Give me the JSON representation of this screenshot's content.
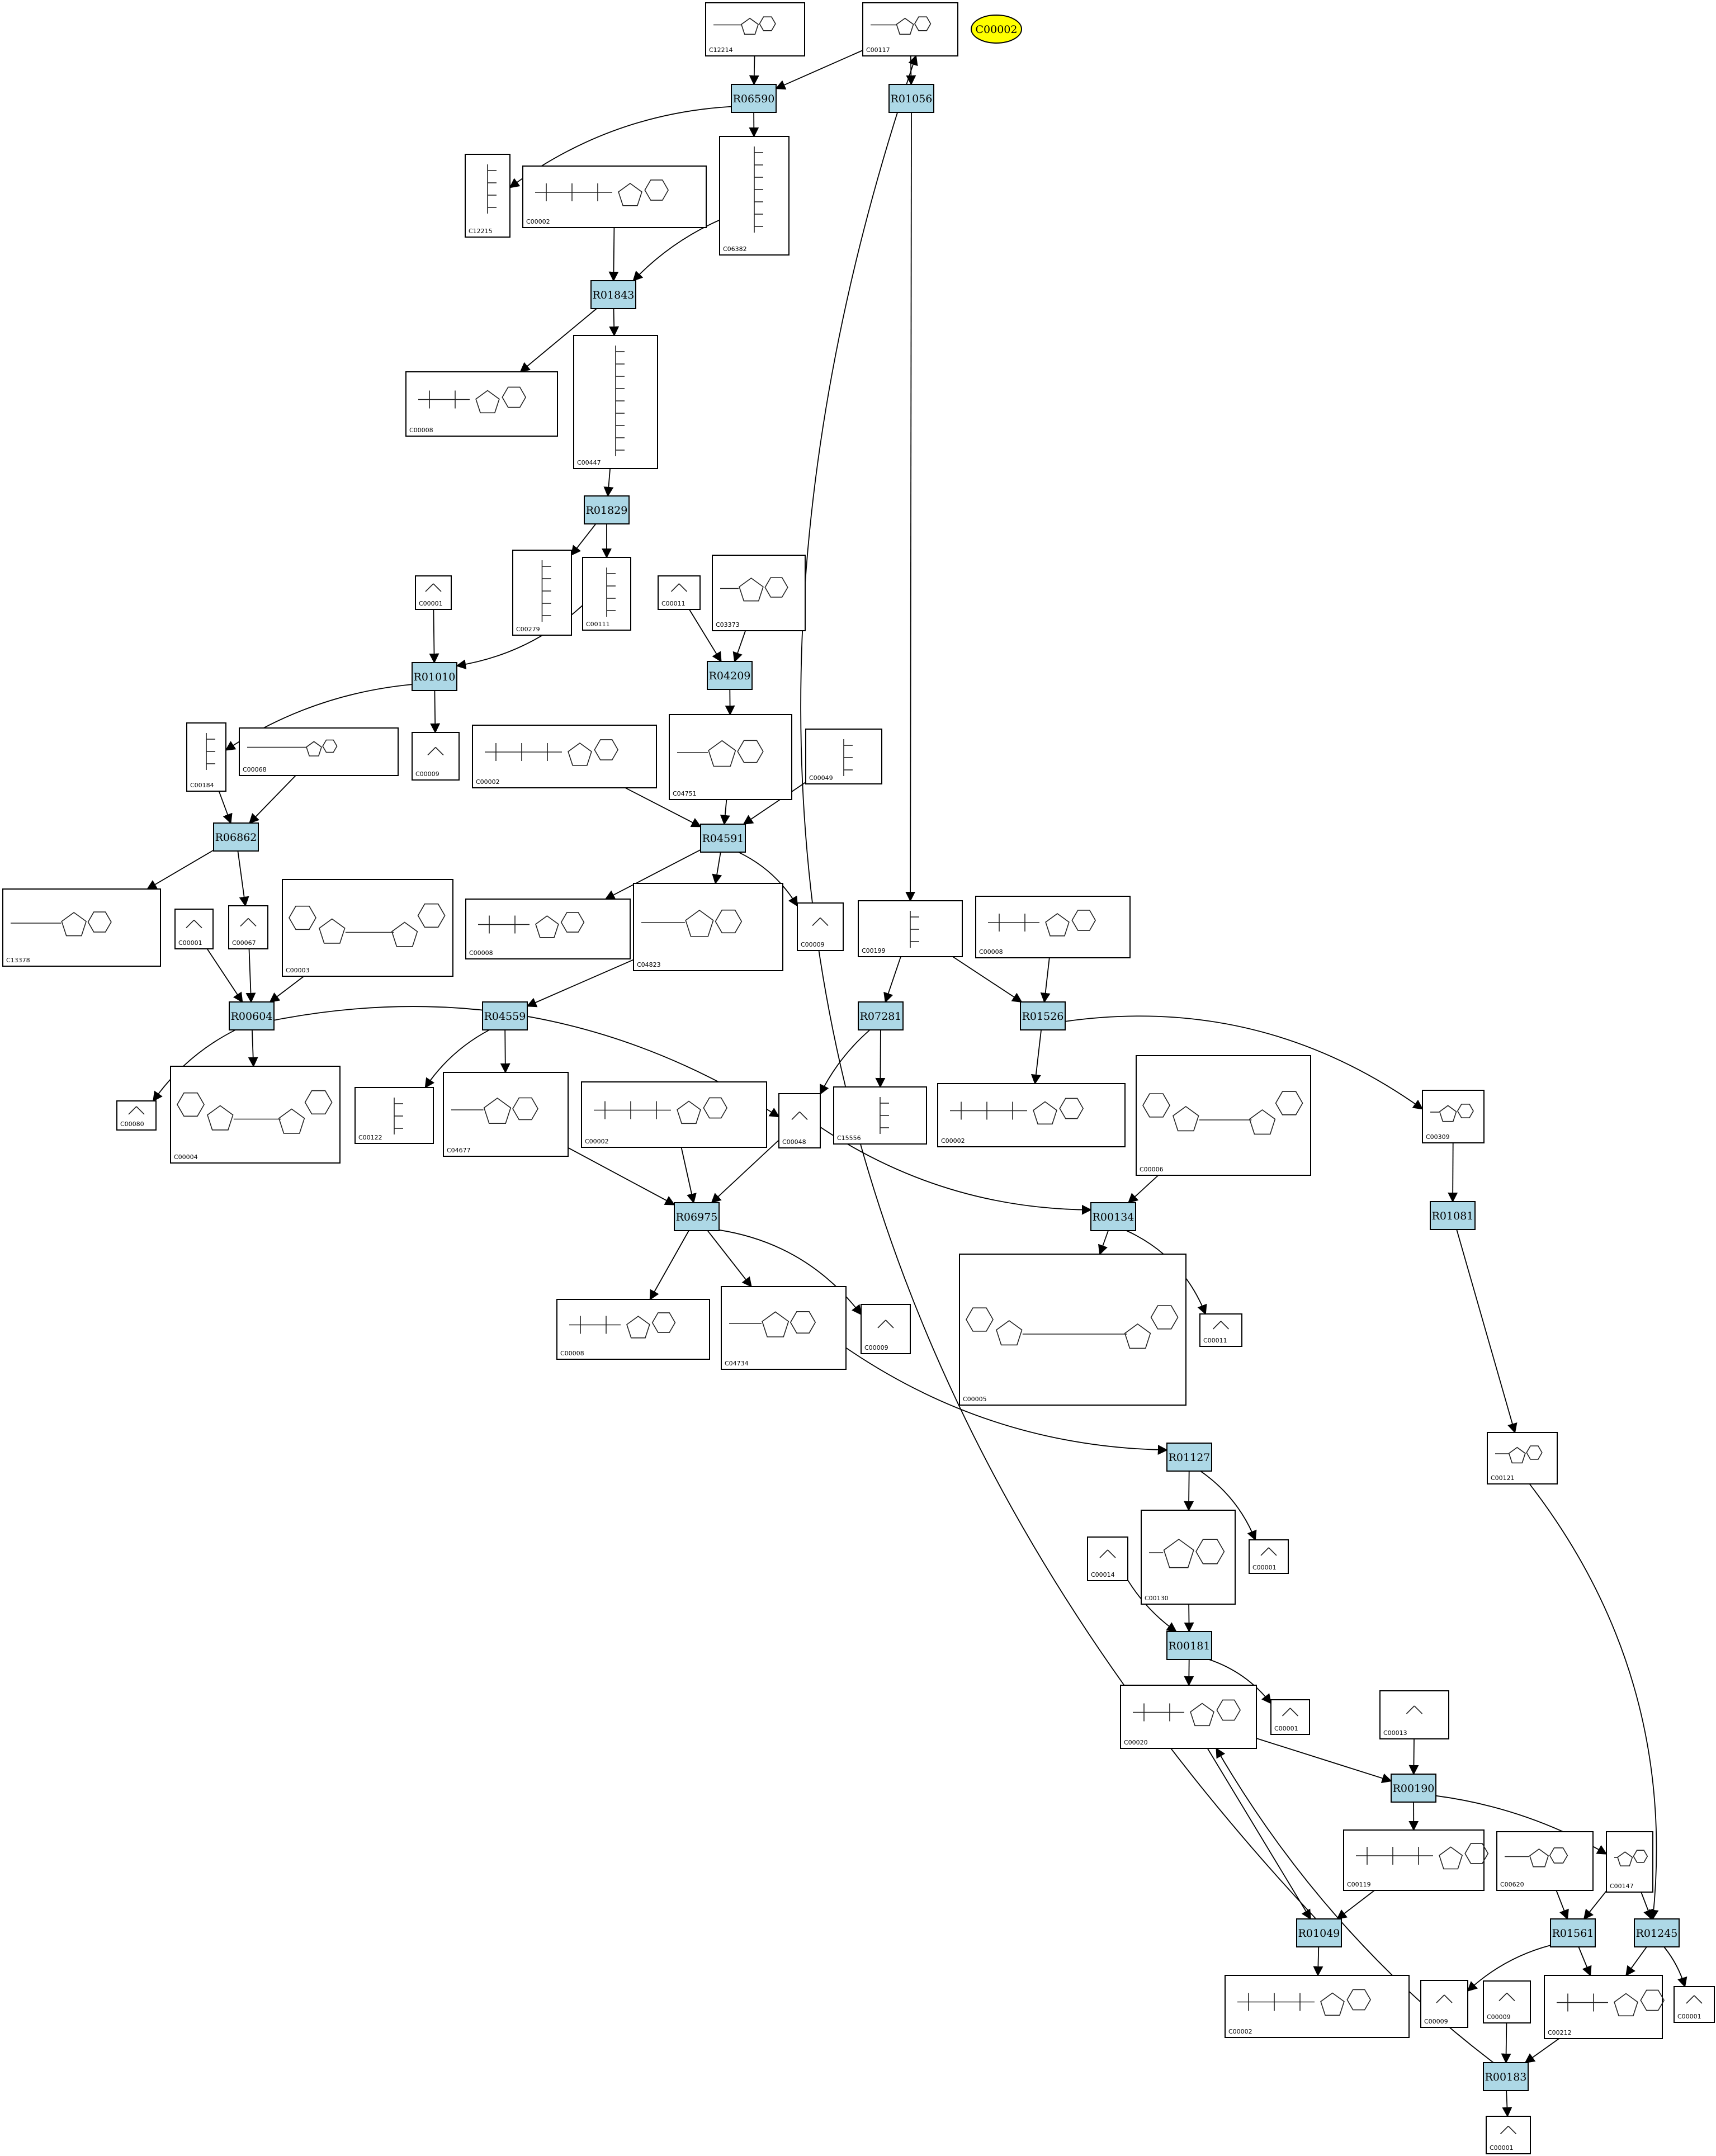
{
  "highlight": "C00002",
  "reactions": [
    "R06590",
    "R01056",
    "R01843",
    "R01829",
    "R01010",
    "R04209",
    "R06862",
    "R04591",
    "R00604",
    "R04559",
    "R07281",
    "R01526",
    "R06975",
    "R00134",
    "R01081",
    "R01127",
    "R00181",
    "R00190",
    "R01049",
    "R01561",
    "R01245",
    "R00183"
  ],
  "compounds": [
    "C12214",
    "C00117",
    "C12215",
    "C00002",
    "C06382",
    "C00008",
    "C00447",
    "C00279",
    "C00111",
    "C00001",
    "C00011",
    "C03373",
    "C00184",
    "C00068",
    "C00009",
    "C00002",
    "C04751",
    "C00049",
    "C13378",
    "C00001",
    "C00067",
    "C00003",
    "C00008",
    "C04823",
    "C00009",
    "C00199",
    "C00008",
    "C00080",
    "C00004",
    "C00122",
    "C04677",
    "C00002",
    "C00048",
    "C15556",
    "C00002",
    "C00006",
    "C00309",
    "C00008",
    "C04734",
    "C00009",
    "C00005",
    "C00011",
    "C00121",
    "C00130",
    "C00001",
    "C00014",
    "C00020",
    "C00001",
    "C00013",
    "C00119",
    "C00620",
    "C00147",
    "C00002",
    "C00009",
    "C00009",
    "C00212",
    "C00001",
    "C00001"
  ]
}
